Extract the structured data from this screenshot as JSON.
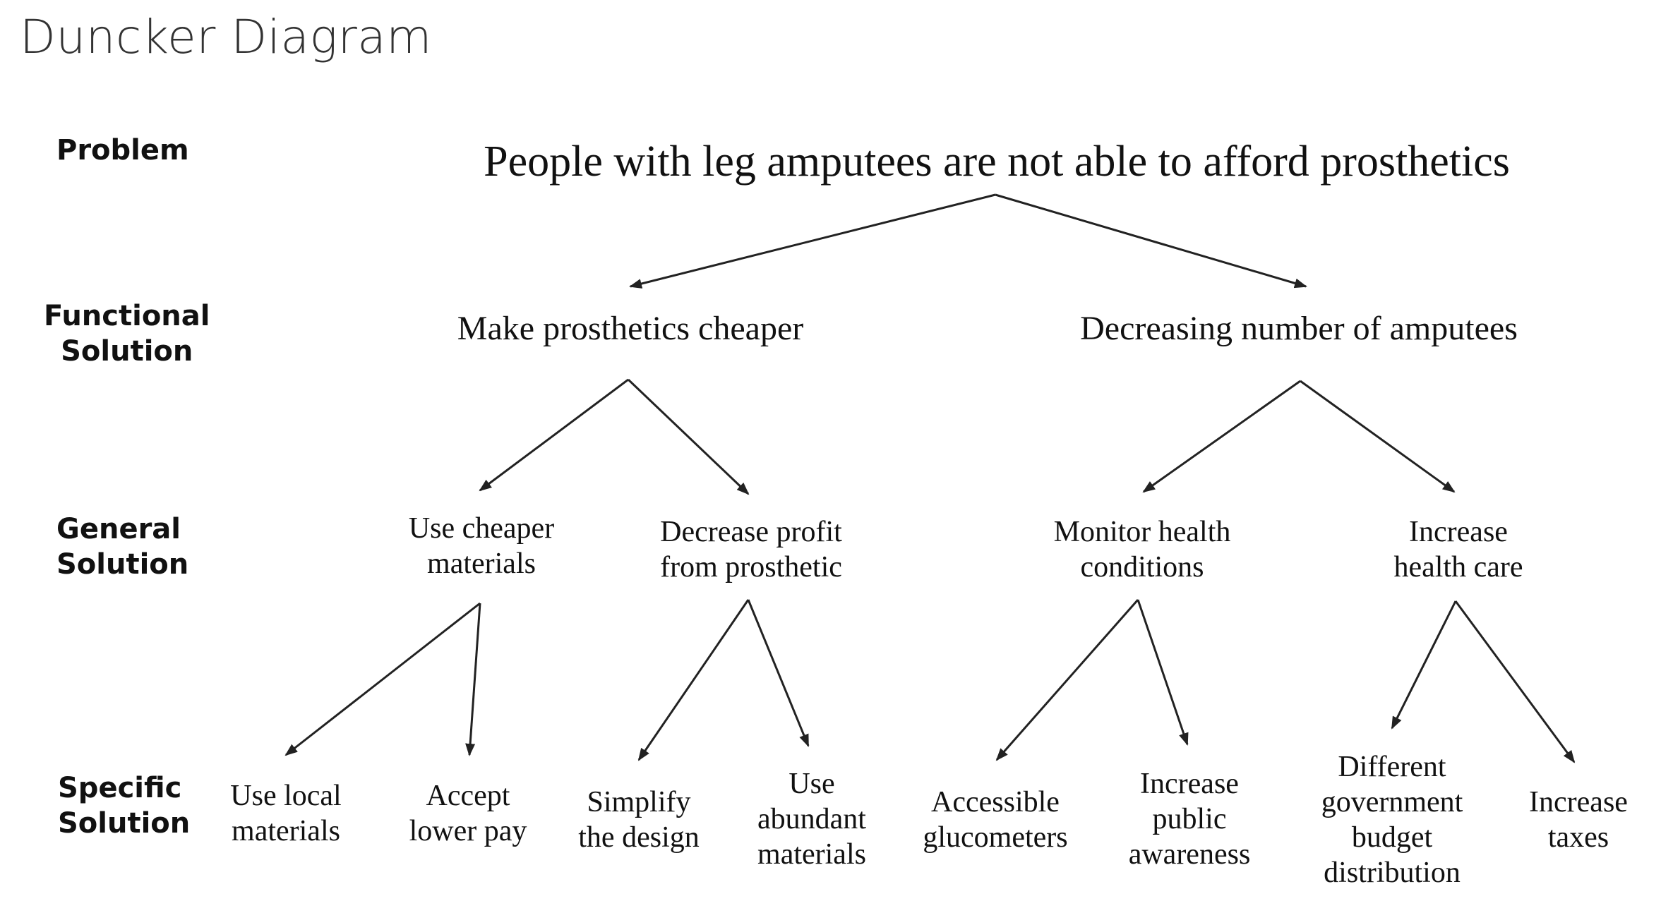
{
  "title": "Duncker Diagram",
  "row_labels": {
    "problem": [
      "Problem"
    ],
    "functional": [
      "Functional",
      "Solution"
    ],
    "general": [
      "General",
      "Solution"
    ],
    "specific": [
      "Specific",
      "Solution"
    ]
  },
  "problem": [
    "People with leg amputees are not able to afford prosthetics"
  ],
  "functional_solutions": [
    [
      "Make prosthetics cheaper"
    ],
    [
      "Decreasing number of amputees"
    ]
  ],
  "general_solutions": [
    [
      "Use cheaper",
      "materials"
    ],
    [
      "Decrease profit",
      "from prosthetic"
    ],
    [
      "Monitor health",
      "conditions"
    ],
    [
      "Increase",
      "health care"
    ]
  ],
  "specific_solutions": [
    [
      "Use local",
      "materials"
    ],
    [
      "Accept",
      "lower pay"
    ],
    [
      "Simplify",
      "the design"
    ],
    [
      "Use",
      "abundant",
      "materials"
    ],
    [
      "Accessible",
      "glucometers"
    ],
    [
      "Increase",
      "public",
      "awareness"
    ],
    [
      "Different",
      "government",
      "budget",
      "distribution"
    ],
    [
      "Increase",
      "taxes"
    ]
  ],
  "colors": {
    "title": "#333333",
    "text": "#111111",
    "edges": "#222222"
  }
}
